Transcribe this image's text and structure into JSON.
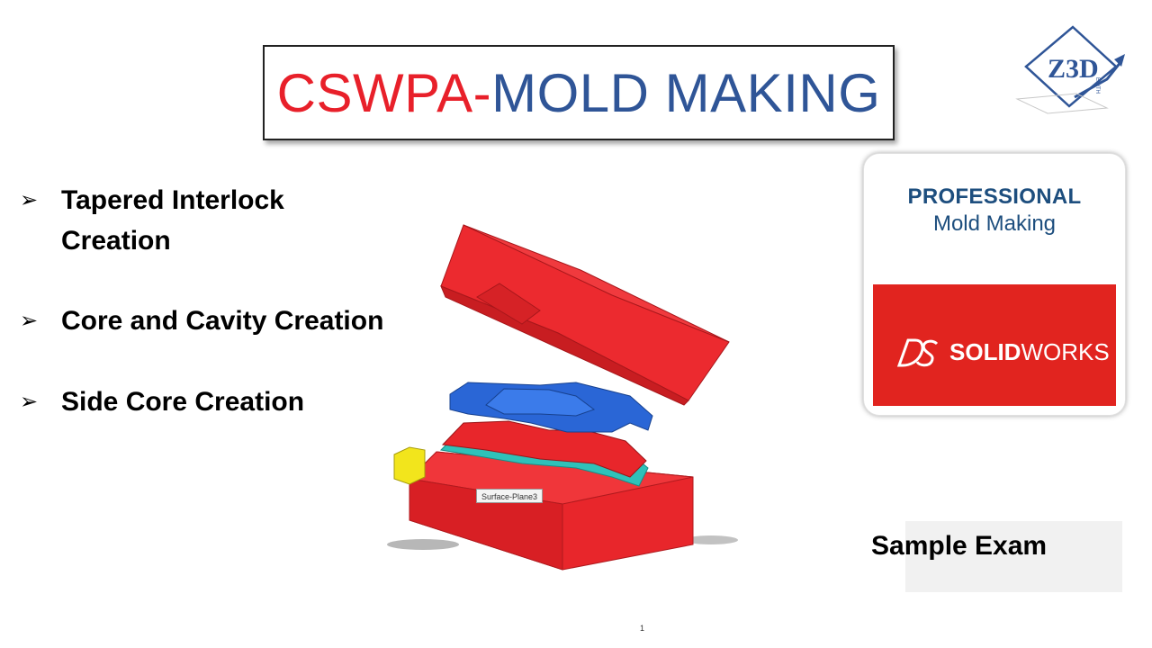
{
  "title": {
    "part1": "CSWPA-",
    "part2": "MOLD MAKING"
  },
  "bullets": [
    {
      "line1": "Tapered Interlock",
      "line2": "Creation"
    },
    {
      "line1": "Core and Cavity Creation",
      "line2": ""
    },
    {
      "line1": "Side Core Creation",
      "line2": ""
    }
  ],
  "bullet_marker": "➢",
  "tooltip": "Surface-Plane3",
  "badge": {
    "professional": "PROFESSIONAL",
    "subtitle": "Mold Making",
    "brand_light": "SOLID",
    "brand_bold": "WORKS"
  },
  "logo": {
    "text": "Z3D",
    "small": "ENITH"
  },
  "sample": "Sample Exam",
  "page_number": "1",
  "colors": {
    "red": "#e8202a",
    "blue": "#2f5597",
    "badge_red": "#e1241f",
    "mold_red": "#e8262b",
    "core_blue": "#2a66d6",
    "yellow": "#f2e51c"
  }
}
